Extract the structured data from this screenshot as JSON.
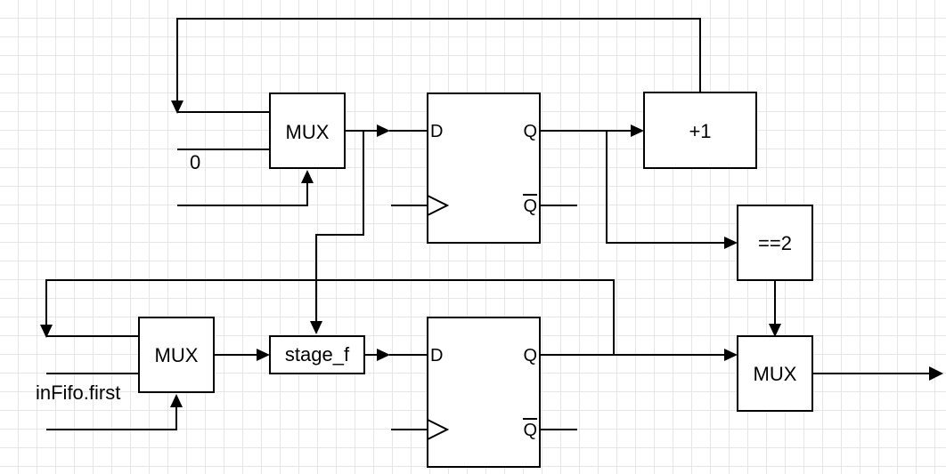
{
  "blocks": {
    "mux_top": "MUX",
    "inc": "+1",
    "eq2": "==2",
    "mux_bottom": "MUX",
    "mux_out": "MUX",
    "stage_f": "stage_f"
  },
  "flipflops": {
    "top": {
      "d": "D",
      "q": "Q",
      "qbar": "Q"
    },
    "bottom": {
      "d": "D",
      "q": "Q",
      "qbar": "Q"
    }
  },
  "inputs": {
    "zero": "0",
    "infifo_first": "inFifo.first"
  },
  "colors": {
    "stroke": "#000000",
    "grid": "#e6e6e6",
    "background": "#ffffff"
  }
}
